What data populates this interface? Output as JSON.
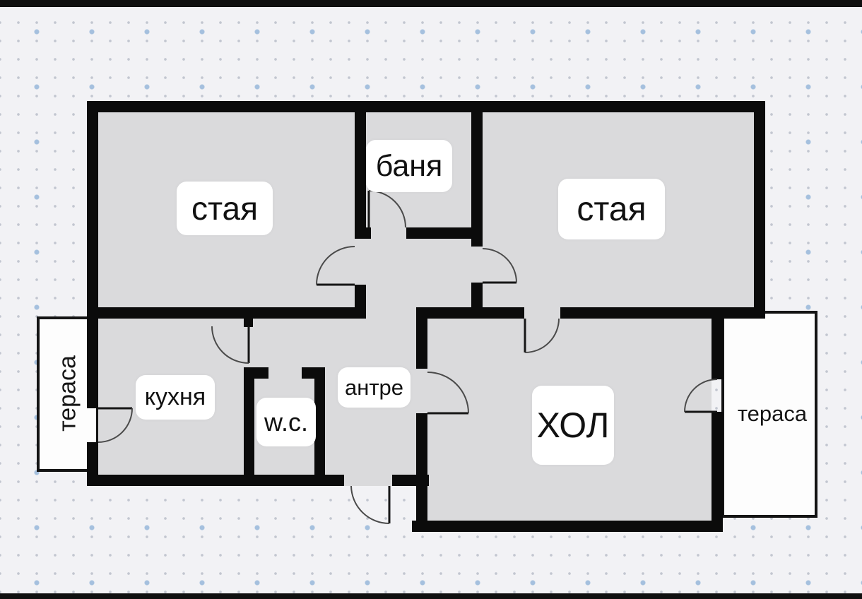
{
  "diagram_type": "apartment-floor-plan",
  "language": "Bulgarian",
  "colors": {
    "wall": "#0b0b0b",
    "floor": "#dadadc",
    "background": "#f2f2f5",
    "label_background": "#ffffff",
    "text": "#111111",
    "dot_small": "#c2c6d0",
    "dot_accent": "#a5c0de",
    "edge_strip": "#101010"
  },
  "rooms": [
    {
      "id": "room-left",
      "label": "стая"
    },
    {
      "id": "bathroom",
      "label": "баня"
    },
    {
      "id": "room-right",
      "label": "стая"
    },
    {
      "id": "kitchen",
      "label": "кухня"
    },
    {
      "id": "wc",
      "label": "w.c."
    },
    {
      "id": "hallway",
      "label": "антре"
    },
    {
      "id": "living-room",
      "label": "ХОЛ"
    },
    {
      "id": "terrace-left",
      "label": "тераса"
    },
    {
      "id": "terrace-right",
      "label": "тераса"
    }
  ],
  "doors": [
    {
      "between": "тераса — кухня"
    },
    {
      "between": "кухня — антре"
    },
    {
      "between": "стая (лява) — антре"
    },
    {
      "between": "баня — антре"
    },
    {
      "between": "стая (дясна) — антре"
    },
    {
      "between": "антре — ХОЛ (горна)"
    },
    {
      "between": "антре — ХОЛ (странична)"
    },
    {
      "between": "ХОЛ — тераса"
    },
    {
      "between": "вход — антре"
    }
  ]
}
